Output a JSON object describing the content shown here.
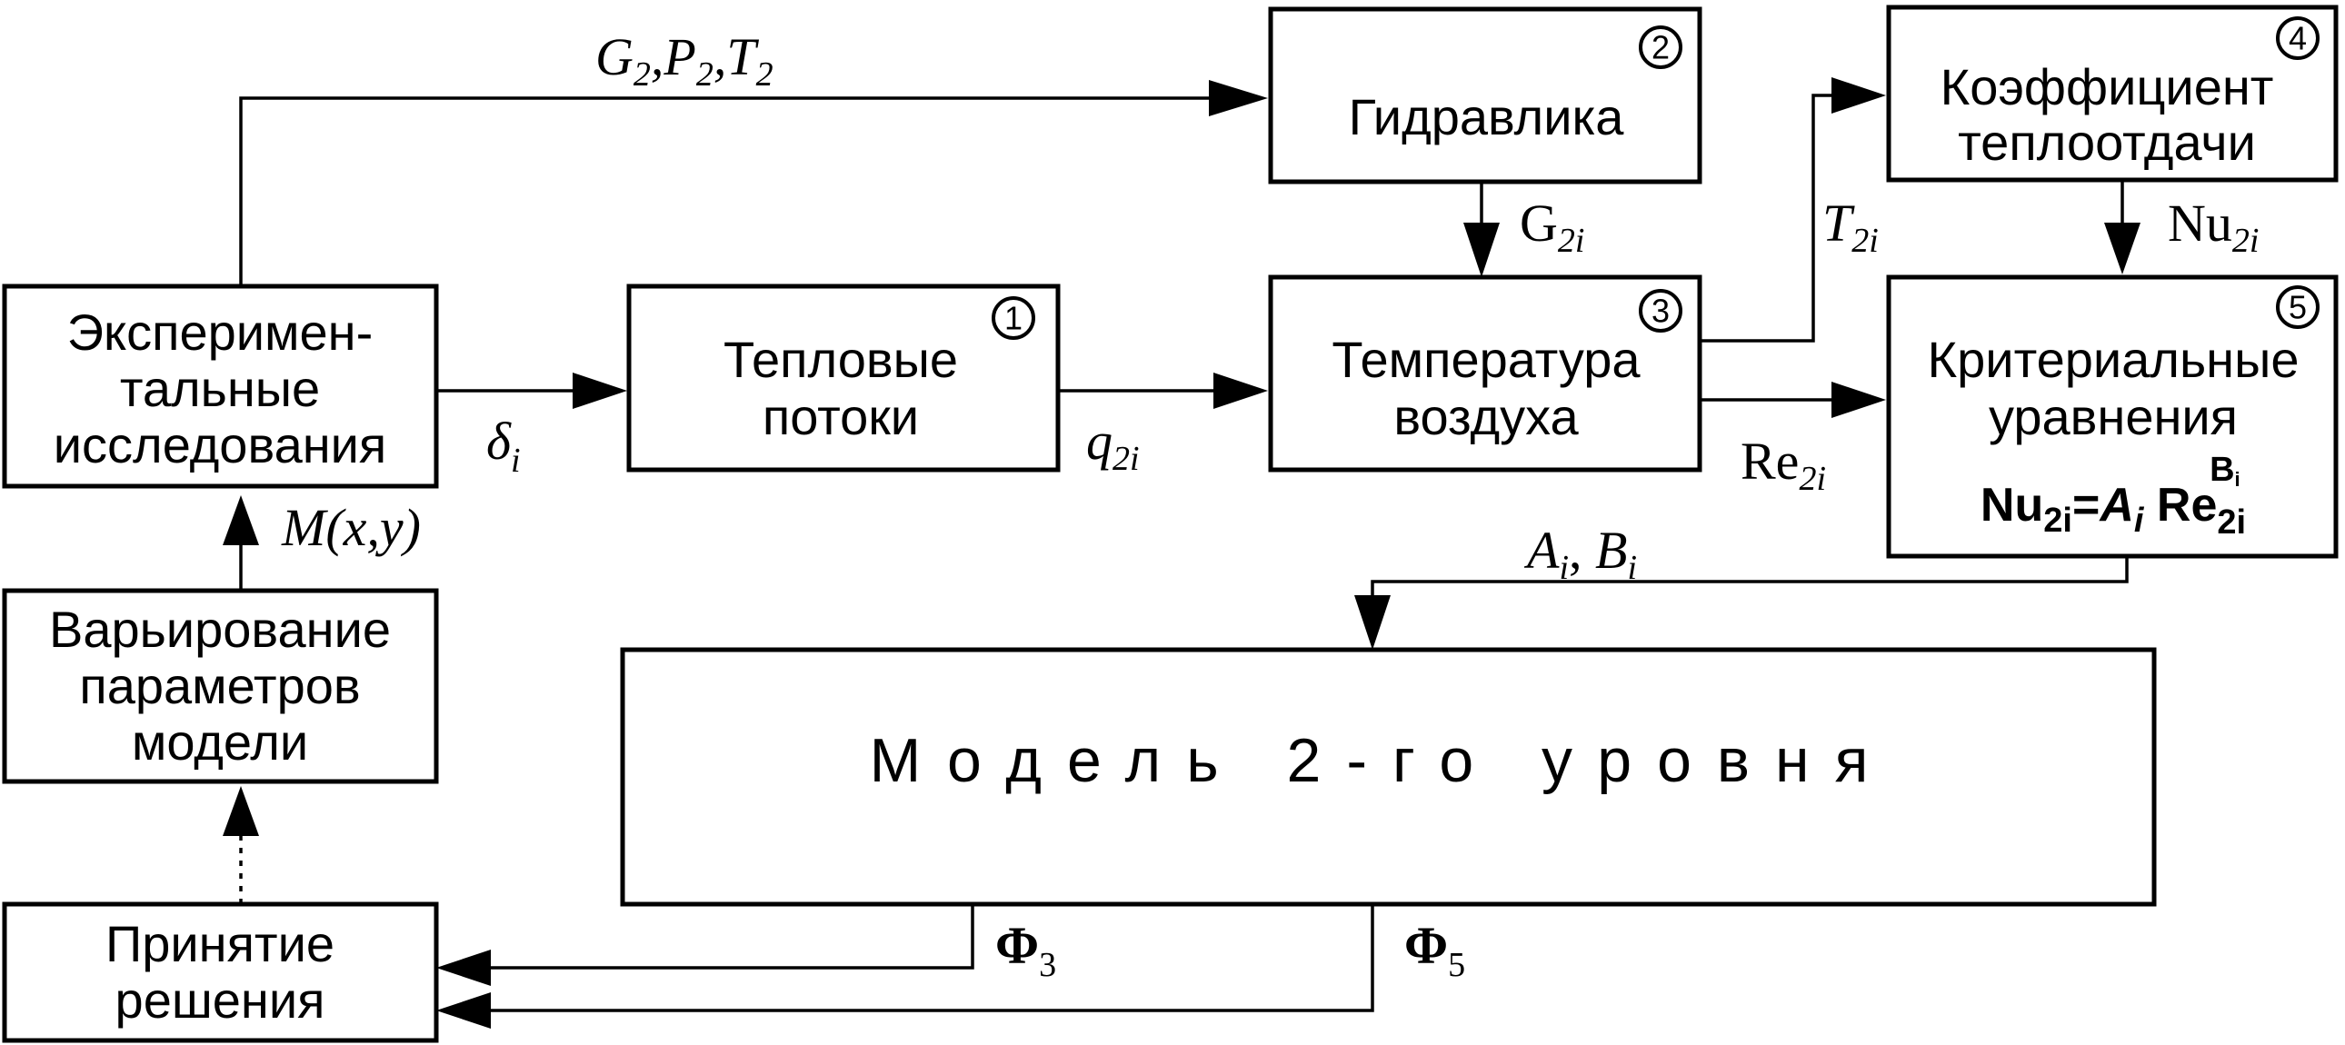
{
  "blocks": {
    "experiment": {
      "lines": [
        "Эксперимен-",
        "тальные",
        "исследования"
      ]
    },
    "heat_flows": {
      "number": "1",
      "lines": [
        "Тепловые",
        "потоки"
      ]
    },
    "hydraulics": {
      "number": "2",
      "lines": [
        "Гидравлика"
      ]
    },
    "air_temperature": {
      "number": "3",
      "lines": [
        "Температура",
        "воздуха"
      ]
    },
    "heat_transfer_coefficient": {
      "number": "4",
      "lines": [
        "Коэффициент",
        "теплоотдачи"
      ]
    },
    "criteria_equations": {
      "number": "5",
      "lines": [
        "Критериальные",
        "уравнения"
      ],
      "formula": {
        "lhs": "Nu",
        "lhs_sub": "2i",
        "eq": "=",
        "coef": "A",
        "coef_sub": "i",
        "rhs": " Re",
        "rhs_sub": "2i",
        "rhs_sup": "B",
        "rhs_sup_sub": "i"
      }
    },
    "variation": {
      "lines": [
        "Варьирование",
        "параметров",
        "модели"
      ]
    },
    "decision": {
      "lines": [
        "Принятие",
        "решения"
      ]
    },
    "model": {
      "title": "Модель 2-го уровня"
    }
  },
  "labels": {
    "g2p2t2": {
      "parts": [
        "G",
        "2",
        ",P",
        "2",
        ",T",
        "2"
      ]
    },
    "g2i": {
      "main": "G",
      "sub": "2i"
    },
    "delta_i": {
      "main": "δ",
      "sub": "i"
    },
    "q2i": {
      "main": "q",
      "sub": "2i"
    },
    "t2i": {
      "main": "T",
      "sub": "2i"
    },
    "nu2i": {
      "main": "Nu",
      "sub": "2i"
    },
    "re2i": {
      "main": "Re",
      "sub": "2i"
    },
    "mxy": {
      "text": "M(x,y)"
    },
    "aibi": {
      "a": "A",
      "a_sub": "i",
      "sep": ", ",
      "b": "B",
      "b_sub": "i"
    },
    "phi3": {
      "main": "Φ",
      "sub": "3"
    },
    "phi5": {
      "main": "Φ",
      "sub": "5"
    }
  }
}
